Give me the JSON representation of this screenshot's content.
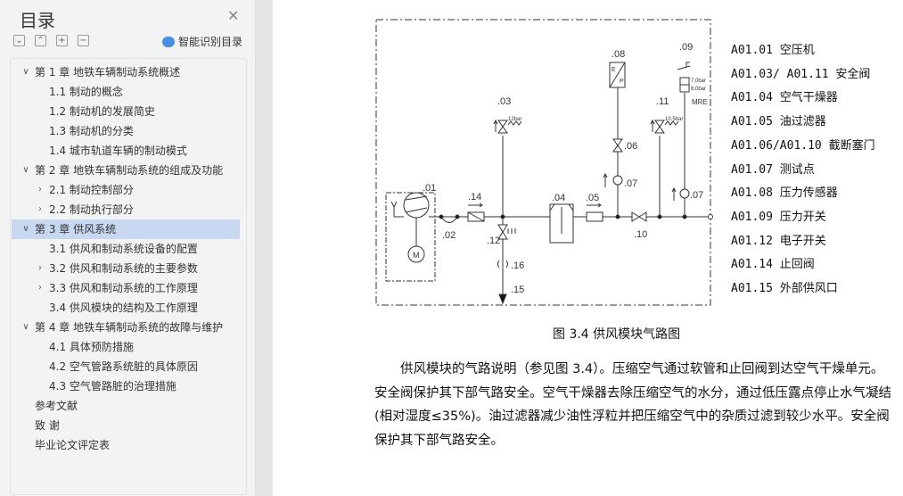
{
  "panel": {
    "title": "目录",
    "smart_label": "智能识别目录",
    "toolbar": [
      "expand-all",
      "collapse-all",
      "add",
      "remove"
    ]
  },
  "toc": [
    {
      "label": "第 1 章  地铁车辆制动系统概述",
      "level": 0,
      "chevron": "down"
    },
    {
      "label": "1.1 制动的概念",
      "level": 1
    },
    {
      "label": "1.2 制动机的发展简史",
      "level": 1
    },
    {
      "label": "1.3 制动机的分类",
      "level": 1
    },
    {
      "label": "1.4 城市轨道车辆的制动模式",
      "level": 1
    },
    {
      "label": "第 2 章  地铁车辆制动系统的组成及功能",
      "level": 0,
      "chevron": "down"
    },
    {
      "label": "2.1 制动控制部分",
      "level": 1,
      "chevron": "right"
    },
    {
      "label": "2.2 制动执行部分",
      "level": 1,
      "chevron": "right"
    },
    {
      "label": "第 3 章  供风系统",
      "level": 0,
      "chevron": "down",
      "selected": true
    },
    {
      "label": "3.1 供风和制动系统设备的配置",
      "level": 1
    },
    {
      "label": "3.2 供风和制动系统的主要参数",
      "level": 1,
      "chevron": "right"
    },
    {
      "label": "3.3 供风和制动系统的工作原理",
      "level": 1,
      "chevron": "right"
    },
    {
      "label": "3.4 供风模块的结构及工作原理",
      "level": 1
    },
    {
      "label": "第 4 章  地铁车辆制动系统的故障与维护",
      "level": 0,
      "chevron": "down"
    },
    {
      "label": "4.1 具体预防措施",
      "level": 1
    },
    {
      "label": "4.2 空气管路系统脏的具体原因",
      "level": 1
    },
    {
      "label": "4.3 空气管路脏的治理措施",
      "level": 1
    },
    {
      "label": "参考文献",
      "level": 0
    },
    {
      "label": "致   谢",
      "level": 0
    },
    {
      "label": "毕业论文评定表",
      "level": 0
    }
  ],
  "figure": {
    "labels": {
      "l01": ".01",
      "l02": ".02",
      "l03": ".03",
      "l04": ".04",
      "l05": ".05",
      "l06": ".06",
      "l07a": ".07",
      "l07b": ".07",
      "l08": ".08",
      "l09": ".09",
      "l10": ".10",
      "l11": ".11",
      "l12": ".12",
      "l14": ".14",
      "l15": ".15",
      "l16": ".16",
      "p03": "12bar",
      "p11": "10,5bar",
      "p09a": "7,0bar",
      "p09b": "6,0bar",
      "mre": "MRE",
      "m": "M",
      "e": "E",
      "p": "P"
    },
    "legend": [
      "A01.01 空压机",
      "A01.03/ A01.11 安全阀",
      "A01.04 空气干燥器",
      "A01.05 油过滤器",
      "A01.06/A01.10 截断塞门",
      "A01.07 测试点",
      "A01.08 压力传感器",
      "A01.09 压力开关",
      "A01.12 电子开关",
      "A01.14 止回阀",
      "A01.15 外部供风口"
    ],
    "caption": "图 3.4 供风模块气路图"
  },
  "body": {
    "paragraph": "供风模块的气路说明（参见图 3.4）。压缩空气通过软管和止回阀到达空气干燥单元。安全阀保护其下部气路安全。空气干燥器去除压缩空气的水分，通过低压露点停止水气凝结(相对湿度≤35%)。油过滤器减少油性浮粒并把压缩空气中的杂质过滤到较少水平。安全阀保护其下部气路安全。"
  }
}
